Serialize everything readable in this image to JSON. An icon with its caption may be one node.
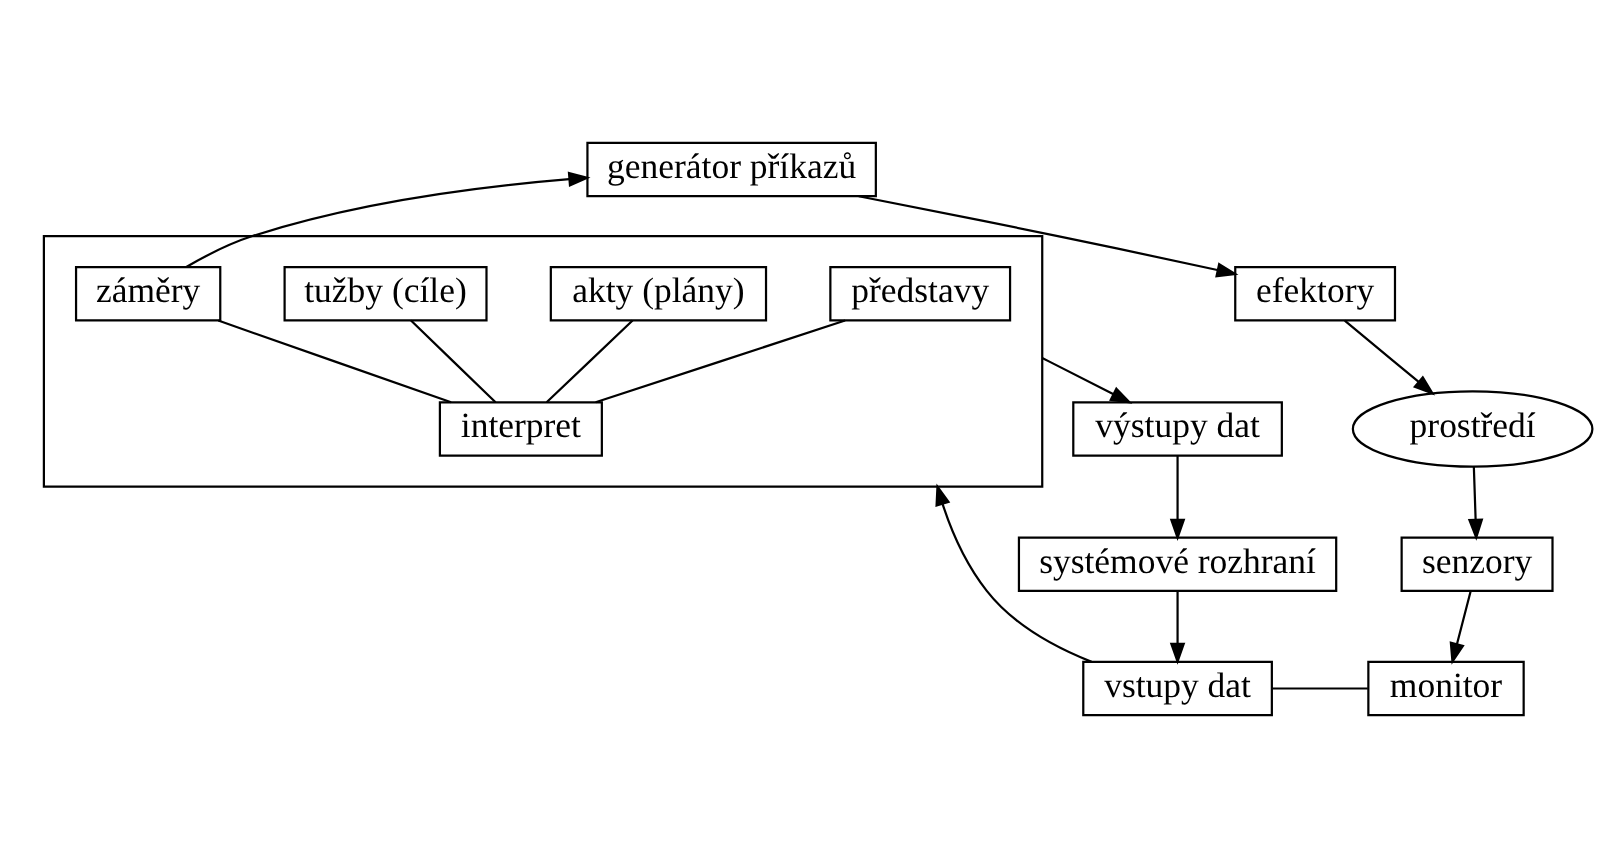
{
  "diagram": {
    "nodes": [
      {
        "text": [
          "vstupy dat"
        ]
      },
      {
        "text": [
          "monitor"
        ]
      },
      {
        "text": [],
        "shape": "box"
      },
      {
        "text": [
          "představy"
        ],
        "in": 2
      },
      {
        "text": [
          "akty (plány)"
        ],
        "in": 2
      },
      {
        "text": [
          "interpret"
        ],
        "in": 2
      },
      {
        "text": [
          "tužby (cíle)"
        ],
        "in": 2
      },
      {
        "text": [
          "záměry"
        ],
        "in": 2
      },
      {
        "text": [
          "senzory"
        ]
      },
      {
        "text": [
          "prostředí"
        ]
      },
      {
        "text": [
          "systémové rozhraní"
        ]
      },
      {
        "text": [
          "efektory"
        ]
      },
      {
        "text": [
          "výstupy dat"
        ]
      },
      {
        "text": [
          "generátor příkazů"
        ]
      }
    ],
    "edges": [
      {
        "from": 0,
        "to": 1,
        "arrow": "none"
      },
      {
        "from": 0,
        "to": 2,
        "arrow": "to"
      },
      {
        "from": 3,
        "to": 5,
        "arrow": "none"
      },
      {
        "from": 4,
        "to": 5,
        "arrow": "none"
      },
      {
        "from": 6,
        "to": 5,
        "arrow": "none"
      },
      {
        "from": 7,
        "to": 5,
        "arrow": "none"
      },
      {
        "from": 2,
        "to": 12,
        "arrow": "to"
      },
      {
        "from": 7,
        "to": 13,
        "arrow": "to"
      },
      {
        "from": 12,
        "to": 10,
        "arrow": "to"
      },
      {
        "from": 10,
        "to": 0,
        "arrow": "to"
      },
      {
        "from": 13,
        "to": 11,
        "arrow": "to"
      },
      {
        "from": 11,
        "to": 9,
        "arrow": "to"
      },
      {
        "from": 9,
        "to": 8,
        "arrow": "to"
      },
      {
        "from": 8,
        "to": 1,
        "arrow": "to"
      }
    ]
  }
}
